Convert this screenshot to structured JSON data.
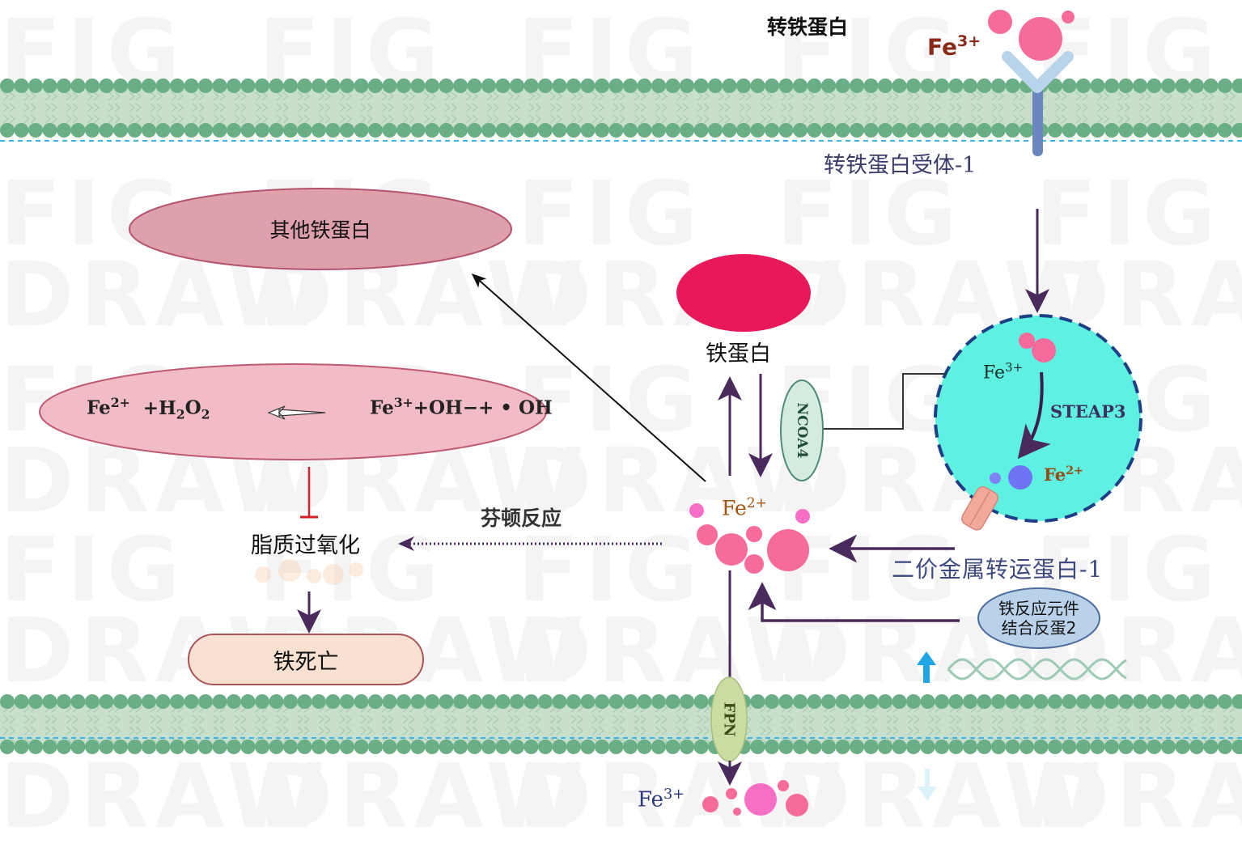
{
  "title": "Ferroptosis iron metabolism pathway",
  "watermark": [
    "FIG",
    "DRAW"
  ],
  "membranes": {
    "top": {
      "name": "plasma-membrane-top"
    },
    "bottom": {
      "name": "plasma-membrane-bottom"
    }
  },
  "top": {
    "transferrin_label": "转铁蛋白",
    "fe3_label": "Fe",
    "fe3_charge": "3+",
    "tfr1_label": "转铁蛋白受体-1"
  },
  "endosome": {
    "fe3_label": "Fe",
    "fe3_charge": "3+",
    "steap3_label": "STEAP3",
    "fe2_label": "Fe",
    "fe2_charge": "2+"
  },
  "other_ferritin": {
    "label": "其他铁蛋白"
  },
  "fenton_reaction": {
    "left_fe": "Fe",
    "left_charge": "2+",
    "left_rest": "+H",
    "h_sub": "2",
    "o": "O",
    "o_sub": "2",
    "right_fe": "Fe",
    "right_charge": "3+",
    "right_rest": "+OH−+ • OH"
  },
  "ferritin": {
    "label": "铁蛋白"
  },
  "ncoa4": {
    "label": "NCOA4"
  },
  "labile_iron": {
    "fe2_label": "Fe",
    "fe2_charge": "2+"
  },
  "fenton_arrow_label": "芬顿反应",
  "lipid_peroxidation": "脂质过氧化",
  "ferroptosis": "铁死亡",
  "dmt1_label": "二价金属转运蛋白-1",
  "irp2": {
    "line1": "铁反应元件",
    "line2": "结合反蛋2"
  },
  "fpn": {
    "label": "FPN"
  },
  "exported_iron": {
    "fe3_label": "Fe",
    "fe3_charge": "3+"
  },
  "colors": {
    "membrane_head": "#6aae86",
    "membrane_tail": "#c7dfcb",
    "arrow_purple": "#4a2a5c",
    "ferritin_red": "#e8185a",
    "iron_pink": "#f06a9a",
    "endosome": "#5ef0e0",
    "endosome_border": "#1d3f86",
    "other_ferritin_fill": "#dea0aa",
    "fenton_fill": "#f2bcc6",
    "ferroptosis_fill": "#f9e1d1",
    "irp2_fill": "#b9d2ea",
    "ncoa4_fill": "#d3ecdf",
    "fpn_fill": "#c9dca2",
    "inhibit_red": "#d8202a",
    "dna_green": "#9ccab4",
    "up_arrow_blue": "#1ea6e6"
  }
}
